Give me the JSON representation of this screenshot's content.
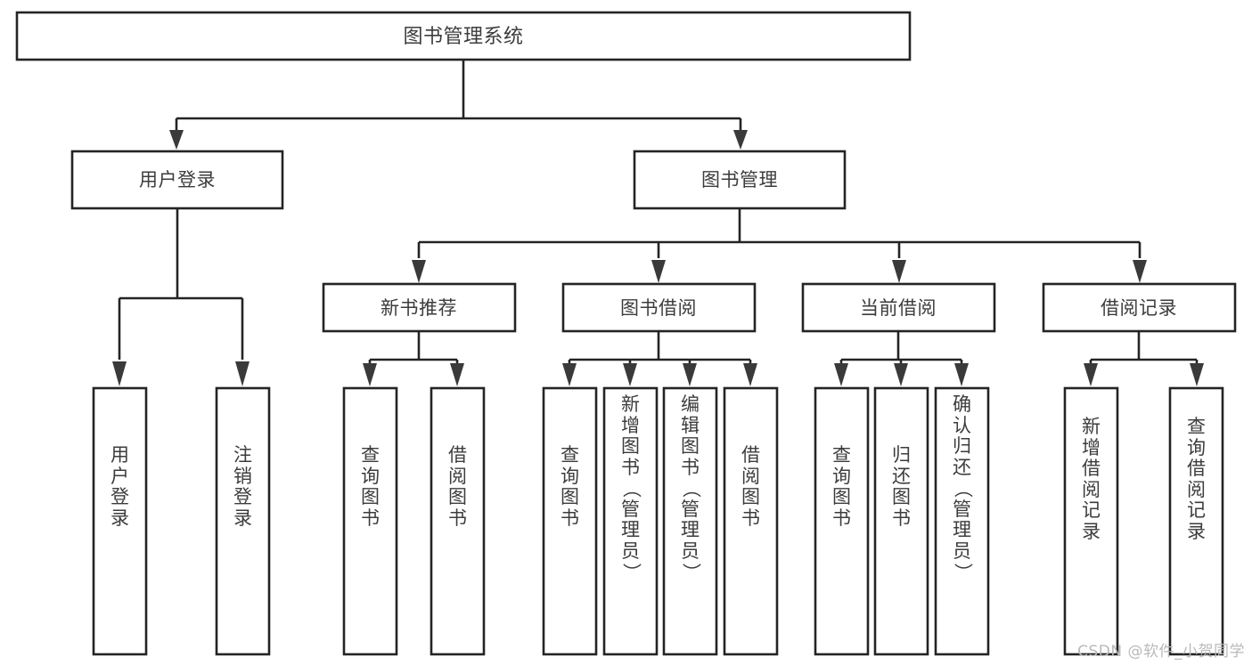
{
  "diagram": {
    "type": "tree-hierarchy",
    "title": "图书管理系统",
    "watermark": "CSDN @软件_小贺同学",
    "colors": {
      "box_fill": "#ffffff",
      "box_stroke": "#242424",
      "text": "#3c3c3c",
      "watermark": "#b9b9b9",
      "background": "#ffffff"
    },
    "root": {
      "label": "图书管理系统"
    },
    "level2": [
      {
        "label": "用户登录"
      },
      {
        "label": "图书管理"
      }
    ],
    "level3": [
      {
        "label": "新书推荐"
      },
      {
        "label": "图书借阅"
      },
      {
        "label": "当前借阅"
      },
      {
        "label": "借阅记录"
      }
    ],
    "leaves": {
      "user_login": [
        {
          "label": "用户登录"
        },
        {
          "label": "注销登录"
        }
      ],
      "new_book": [
        {
          "label": "查询图书"
        },
        {
          "label": "借阅图书"
        }
      ],
      "borrow_book": [
        {
          "label": "查询图书"
        },
        {
          "label": "新增图书（管理员）"
        },
        {
          "label": "编辑图书（管理员）"
        },
        {
          "label": "借阅图书"
        }
      ],
      "current_borrow": [
        {
          "label": "查询图书"
        },
        {
          "label": "归还图书"
        },
        {
          "label": "确认归还（管理员）"
        }
      ],
      "borrow_record": [
        {
          "label": "新增借阅记录"
        },
        {
          "label": "查询借阅记录"
        }
      ]
    }
  }
}
